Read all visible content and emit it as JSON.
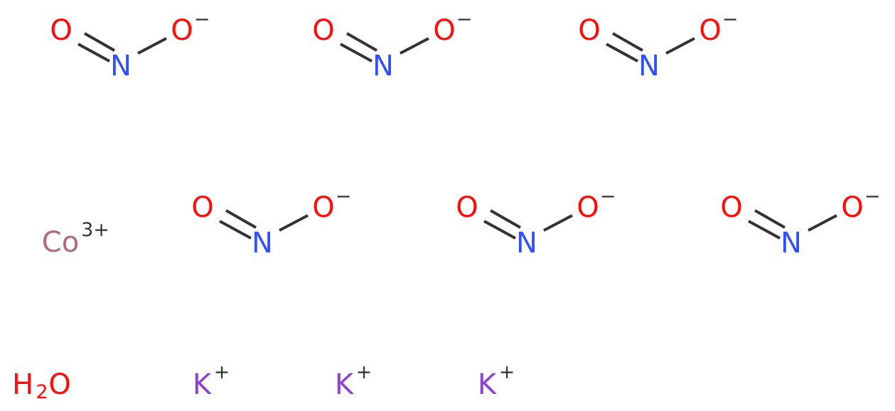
{
  "nitrite": {
    "o_double": "O",
    "n": "N",
    "o_single": "O",
    "charge": "−"
  },
  "cobalt": {
    "symbol": "Co",
    "charge": "3+"
  },
  "water": {
    "h": "H",
    "sub": "2",
    "o": "O"
  },
  "potassium": {
    "symbol": "K",
    "charge": "+"
  },
  "colors": {
    "oxygen": "#ff0d0d",
    "nitrogen": "#3050f8",
    "cobalt": "#b26a7a",
    "potassium": "#8f40d4",
    "text": "#333333",
    "bond": "#333333"
  }
}
